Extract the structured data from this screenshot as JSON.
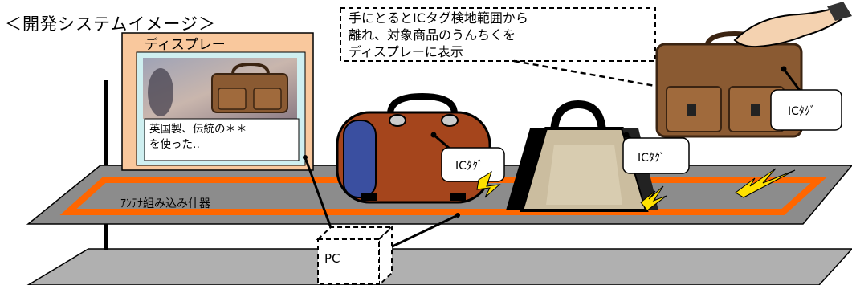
{
  "title": "＜開発システムイメージ＞",
  "callout": {
    "lines": [
      "手にとるとICタグ検地範囲から",
      "離れ、対象商品のうんちくを",
      "ディスプレーに表示"
    ]
  },
  "display": {
    "title": "ディスプレー",
    "text_lines": [
      "英国製、伝統の＊＊",
      "を使った‥"
    ]
  },
  "tags": {
    "tag1": "ICﾀｸﾞ",
    "tag2": "ICﾀｸﾞ",
    "tag3": "ICﾀｸﾞ"
  },
  "antenna_label": "ｱﾝﾃﾅ組み込み什器",
  "pc_label": "PC",
  "colors": {
    "panel": "#f9c89d",
    "screen": "#cfeff0",
    "orange_band": "#ff6600",
    "shelf": "#8c8c8c",
    "bolt": "#ffe100"
  }
}
